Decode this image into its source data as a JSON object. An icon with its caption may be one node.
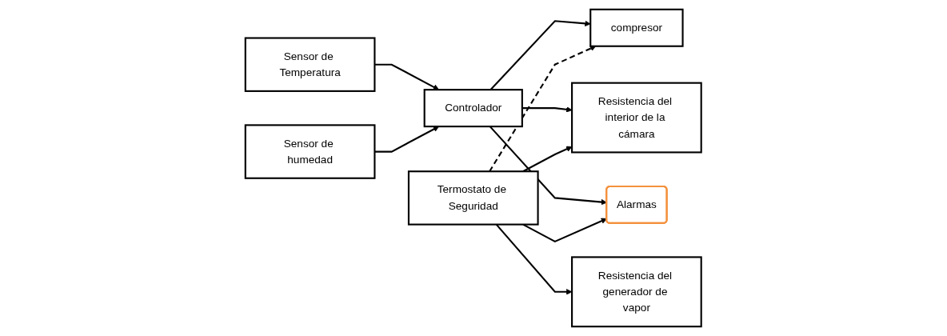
{
  "diagram": {
    "nodes": [
      {
        "text": [
          "Sensor de Temperatura"
        ]
      },
      {
        "text": [
          "Controlador"
        ]
      },
      {
        "text": [
          "compresor"
        ]
      },
      {
        "text": [
          "Alarmas"
        ]
      },
      {
        "text": [
          "Sensor de humedad"
        ]
      },
      {
        "text": [
          "Resistencia del interior de la cámara"
        ]
      },
      {
        "text": [
          "Termostato de Seguridad"
        ]
      },
      {
        "text": [
          "Resistencia del generador de vapor"
        ]
      }
    ],
    "edges": [
      {
        "from": 0,
        "to": 1,
        "arrow": "to"
      },
      {
        "from": 4,
        "to": 1,
        "arrow": "to"
      },
      {
        "from": 1,
        "to": 2,
        "arrow": "to"
      },
      {
        "from": 1,
        "to": 5,
        "arrow": "to"
      },
      {
        "from": 1,
        "to": 3,
        "arrow": "to"
      },
      {
        "from": 6,
        "to": 3,
        "arrow": "to"
      },
      {
        "from": 6,
        "to": 2,
        "arrow": "to",
        "style": "dashed"
      },
      {
        "from": 6,
        "to": 5,
        "arrow": "to"
      },
      {
        "from": 6,
        "to": 7,
        "arrow": "to"
      }
    ]
  }
}
